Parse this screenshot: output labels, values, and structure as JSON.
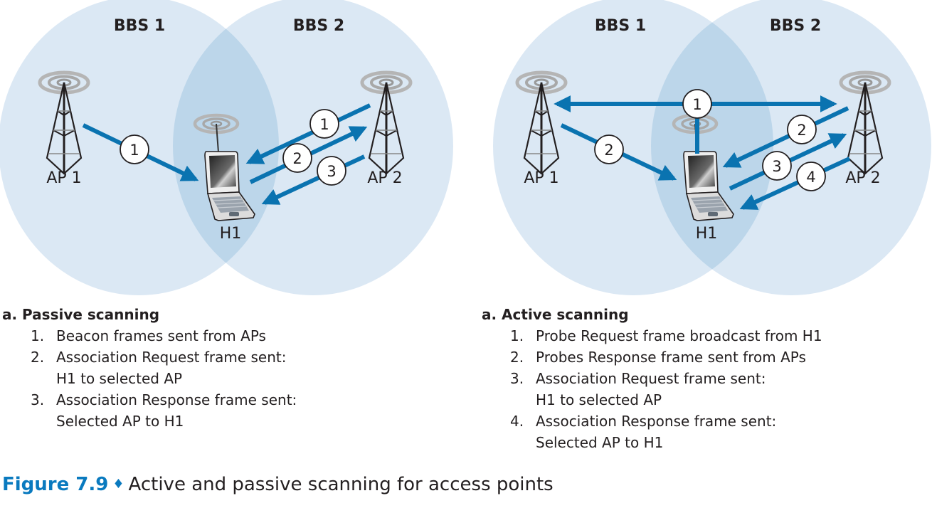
{
  "colors": {
    "bss_fill": "#dbe8f4",
    "bss_overlap": "#bcd6ea",
    "arrow": "#0a73b0",
    "caption_accent": "#0a7abf",
    "text": "#231f20"
  },
  "panels": [
    {
      "name": "passive",
      "bss_labels": [
        "BBS 1",
        "BBS 2"
      ],
      "ap_labels": [
        "AP 1",
        "AP 2"
      ],
      "host_label": "H1",
      "steps": [
        "1",
        "1",
        "2",
        "3"
      ],
      "legend": {
        "title": "a. Passive scanning",
        "items": [
          {
            "num": "1.",
            "lines": [
              "Beacon frames sent from APs"
            ]
          },
          {
            "num": "2.",
            "lines": [
              "Association Request frame sent:",
              "H1 to selected AP"
            ]
          },
          {
            "num": "3.",
            "lines": [
              "Association Response frame sent:",
              "Selected AP to H1"
            ]
          }
        ]
      }
    },
    {
      "name": "active",
      "bss_labels": [
        "BBS 1",
        "BBS 2"
      ],
      "ap_labels": [
        "AP 1",
        "AP 2"
      ],
      "host_label": "H1",
      "steps": [
        "1",
        "2",
        "2",
        "3",
        "4"
      ],
      "legend": {
        "title": "a. Active scanning",
        "items": [
          {
            "num": "1.",
            "lines": [
              "Probe Request frame broadcast from H1"
            ]
          },
          {
            "num": "2.",
            "lines": [
              "Probes Response frame sent from APs"
            ]
          },
          {
            "num": "3.",
            "lines": [
              "Association Request frame sent:",
              "H1 to selected AP"
            ]
          },
          {
            "num": "4.",
            "lines": [
              "Association Response frame sent:",
              "Selected AP to H1"
            ]
          }
        ]
      }
    }
  ],
  "caption": {
    "figure": "Figure 7.9",
    "separator": "♦",
    "text": "Active and passive scanning for access points"
  }
}
